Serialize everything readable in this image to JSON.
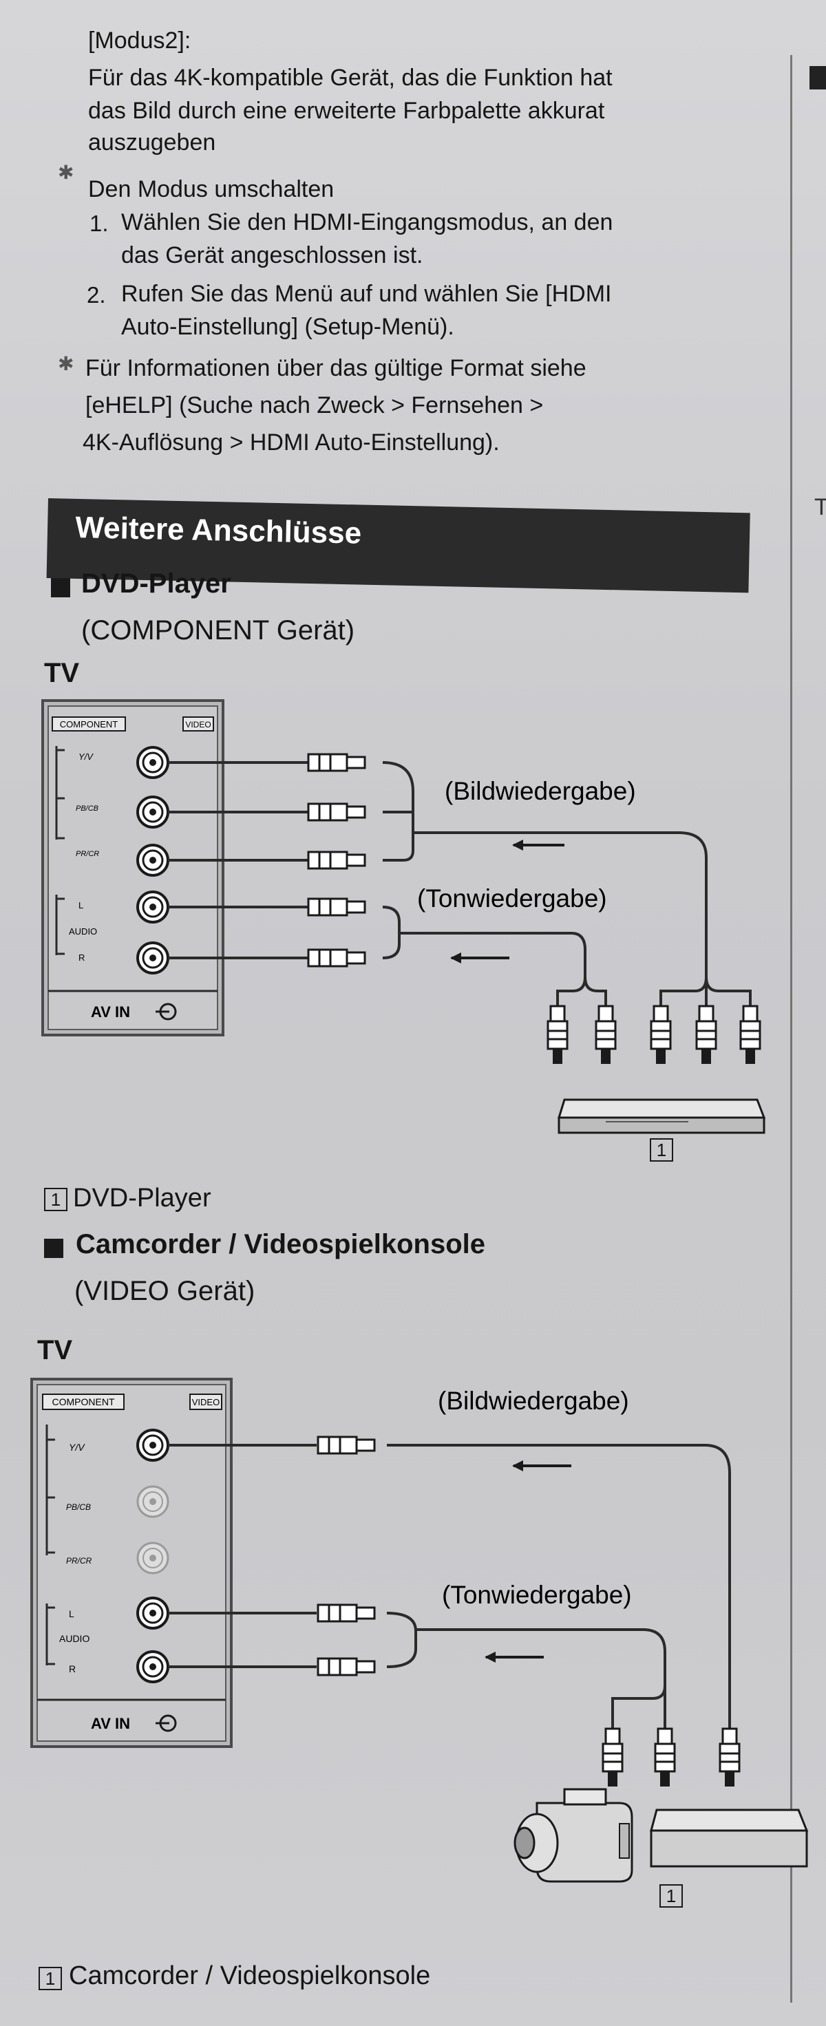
{
  "intro": {
    "mode_label": "[Modus2]:",
    "mode_desc_1": "Für das 4K-kompatible Gerät, das die Funktion hat",
    "mode_desc_2": "das Bild durch eine erweiterte Farbpalette akkurat",
    "mode_desc_3": "auszugeben",
    "switch_title": "Den Modus umschalten",
    "step1_num": "1.",
    "step1_line1": "Wählen Sie den HDMI-Eingangsmodus, an den",
    "step1_line2": "das Gerät angeschlossen ist.",
    "step2_num": "2.",
    "step2_line1": "Rufen Sie das Menü auf und wählen Sie [HDMI",
    "step2_line2": "Auto-Einstellung] (Setup-Menü).",
    "info_line1": "Für Informationen über das gültige Format siehe",
    "info_line2": "[eHELP] (Suche nach Zweck > Fernsehen >",
    "info_line3": "4K-Auflösung > HDMI Auto-Einstellung)."
  },
  "section_title": "Weitere Anschlüsse",
  "dvd": {
    "heading": "DVD-Player",
    "subheading": "(COMPONENT Gerät)",
    "tv_label": "TV",
    "panel_component": "COMPONENT",
    "panel_video": "VIDEO",
    "jack_y": "Y/V",
    "jack_pb": "PB/CB",
    "jack_pr": "PR/CR",
    "jack_l": "L",
    "jack_audio": "AUDIO",
    "jack_r": "R",
    "panel_avin": "AV IN",
    "label_picture": "(Bildwiedergabe)",
    "label_sound": "(Tonwiedergabe)",
    "device_num": "1",
    "caption_num": "1",
    "caption": "DVD-Player"
  },
  "cam": {
    "heading": "Camcorder / Videospielkonsole",
    "subheading": "(VIDEO Gerät)",
    "tv_label": "TV",
    "panel_component": "COMPONENT",
    "panel_video": "VIDEO",
    "jack_y": "Y/V",
    "jack_pb": "PB/CB",
    "jack_pr": "PR/CR",
    "jack_l": "L",
    "jack_audio": "AUDIO",
    "jack_r": "R",
    "panel_avin": "AV IN",
    "label_picture": "(Bildwiedergabe)",
    "label_sound": "(Tonwiedergabe)",
    "device_num": "1",
    "caption_num": "1",
    "caption": "Camcorder / Videospielkonsole"
  }
}
